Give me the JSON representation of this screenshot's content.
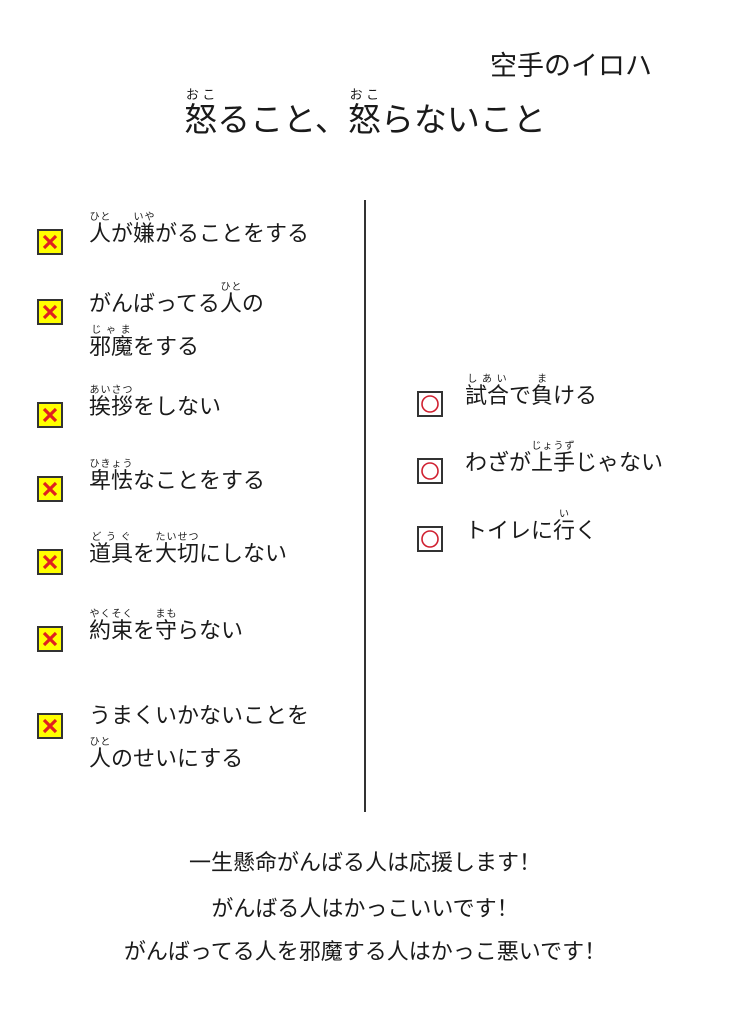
{
  "header": {
    "subtitle": "空手のイロハ"
  },
  "title": {
    "p1": "怒",
    "r1": "おこ",
    "p2": "ること、",
    "p3": "怒",
    "r3": "おこ",
    "p4": "らないこと"
  },
  "colors": {
    "x_box": "#ffff00",
    "x_mark": "#e02020",
    "o_mark": "#d02030"
  },
  "bad": [
    {
      "a": "人",
      "ar": "ひと",
      "b": "が",
      "c": "嫌",
      "cr": "いや",
      "d": "がることをする"
    },
    {
      "a": "がんばってる",
      "b": "人",
      "br": "ひと",
      "c": "の",
      "d": "邪魔",
      "dr": "じゃま",
      "e": "をする"
    },
    {
      "a": "挨拶",
      "ar": "あいさつ",
      "b": "をしない"
    },
    {
      "a": "卑怯",
      "ar": "ひきょう",
      "b": "なことをする"
    },
    {
      "a": "道具",
      "ar": "どうぐ",
      "b": "を",
      "c": "大切",
      "cr": "たいせつ",
      "d": "にしない"
    },
    {
      "a": "約束",
      "ar": "やくそく",
      "b": "を",
      "c": "守",
      "cr": "まも",
      "d": "らない"
    },
    {
      "a": "うまくいかないことを",
      "b": "人",
      "br": "ひと",
      "c": "のせいにする"
    }
  ],
  "ok": [
    {
      "a": "試合",
      "ar": "しあい",
      "b": "で",
      "c": "負",
      "cr": "ま",
      "d": "ける"
    },
    {
      "a": "わざが",
      "b": "上手",
      "br": "じょうず",
      "c": "じゃない"
    },
    {
      "a": "トイレに",
      "b": "行",
      "br": "い",
      "c": "く"
    }
  ],
  "footer": [
    "一生懸命がんばる人は応援します！",
    "がんばる人はかっこいいです！",
    "がんばってる人を邪魔する人はかっこ悪いです！"
  ]
}
